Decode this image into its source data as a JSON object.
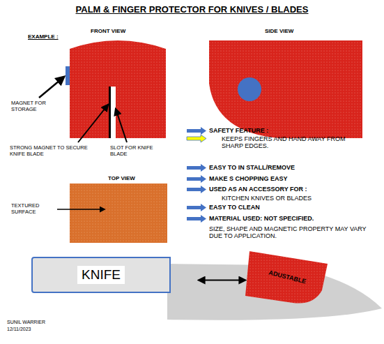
{
  "diagram": {
    "title": "PALM & FINGER PROTECTOR FOR KNIVES / BLADES",
    "nodes": [
      {
        "text": [
          "KNIFE"
        ]
      },
      {
        "text": [
          "ADUSTABLE"
        ]
      }
    ],
    "edges": [
      {
        "from": 0,
        "to": 1,
        "arrow": "both"
      }
    ],
    "labels": [
      "EXAMPLE :",
      "FRONT VIEW",
      "SIDE VIEW",
      "MAGNET FOR STORAGE",
      "STRONG MAGNET TO SECURE KNIFE BLADE",
      "SLOT FOR KNIFE BLADE",
      "TOP VIEW",
      "TEXTURED SURFACE",
      "SAFETY FEATURE :",
      "KEEPS FINGERS AND HAND AWAY FROM SHARP EDGES.",
      "EASY TO IN STALL/REMOVE",
      "MAKE S CHOPPING EASY",
      "USED AS AN ACCESSORY FOR :",
      "KITCHEN KNIVES OR BLADES",
      "EASY TO CLEAN",
      "MATERIAL USED: NOT SPECIFIED.",
      "SIZE, SHAPE AND MAGNETIC PROPERTY MAY VARY DUE TO APPLICATION.",
      "SUNIL WARRIER",
      "12/11/2023"
    ]
  }
}
